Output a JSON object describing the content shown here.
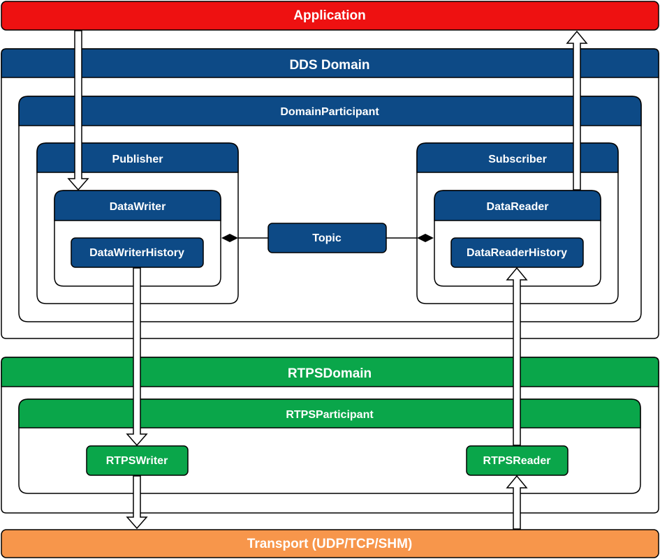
{
  "colors": {
    "dds_blue": "#0d4a86",
    "rtps_green": "#0aa64a",
    "application_red": "#ee1111",
    "transport_orange": "#f7964b",
    "white": "#ffffff",
    "black": "#000000"
  },
  "diagram": {
    "application": {
      "label": "Application"
    },
    "dds_domain": {
      "label": "DDS Domain",
      "domain_participant": {
        "label": "DomainParticipant",
        "publisher": {
          "label": "Publisher",
          "data_writer": {
            "label": "DataWriter",
            "history": {
              "label": "DataWriterHistory"
            }
          }
        },
        "topic": {
          "label": "Topic"
        },
        "subscriber": {
          "label": "Subscriber",
          "data_reader": {
            "label": "DataReader",
            "history": {
              "label": "DataReaderHistory"
            }
          }
        }
      }
    },
    "rtps_domain": {
      "label": "RTPSDomain",
      "rtps_participant": {
        "label": "RTPSParticipant",
        "rtps_writer": {
          "label": "RTPSWriter"
        },
        "rtps_reader": {
          "label": "RTPSReader"
        }
      }
    },
    "transport": {
      "label": "Transport (UDP/TCP/SHM)"
    }
  }
}
